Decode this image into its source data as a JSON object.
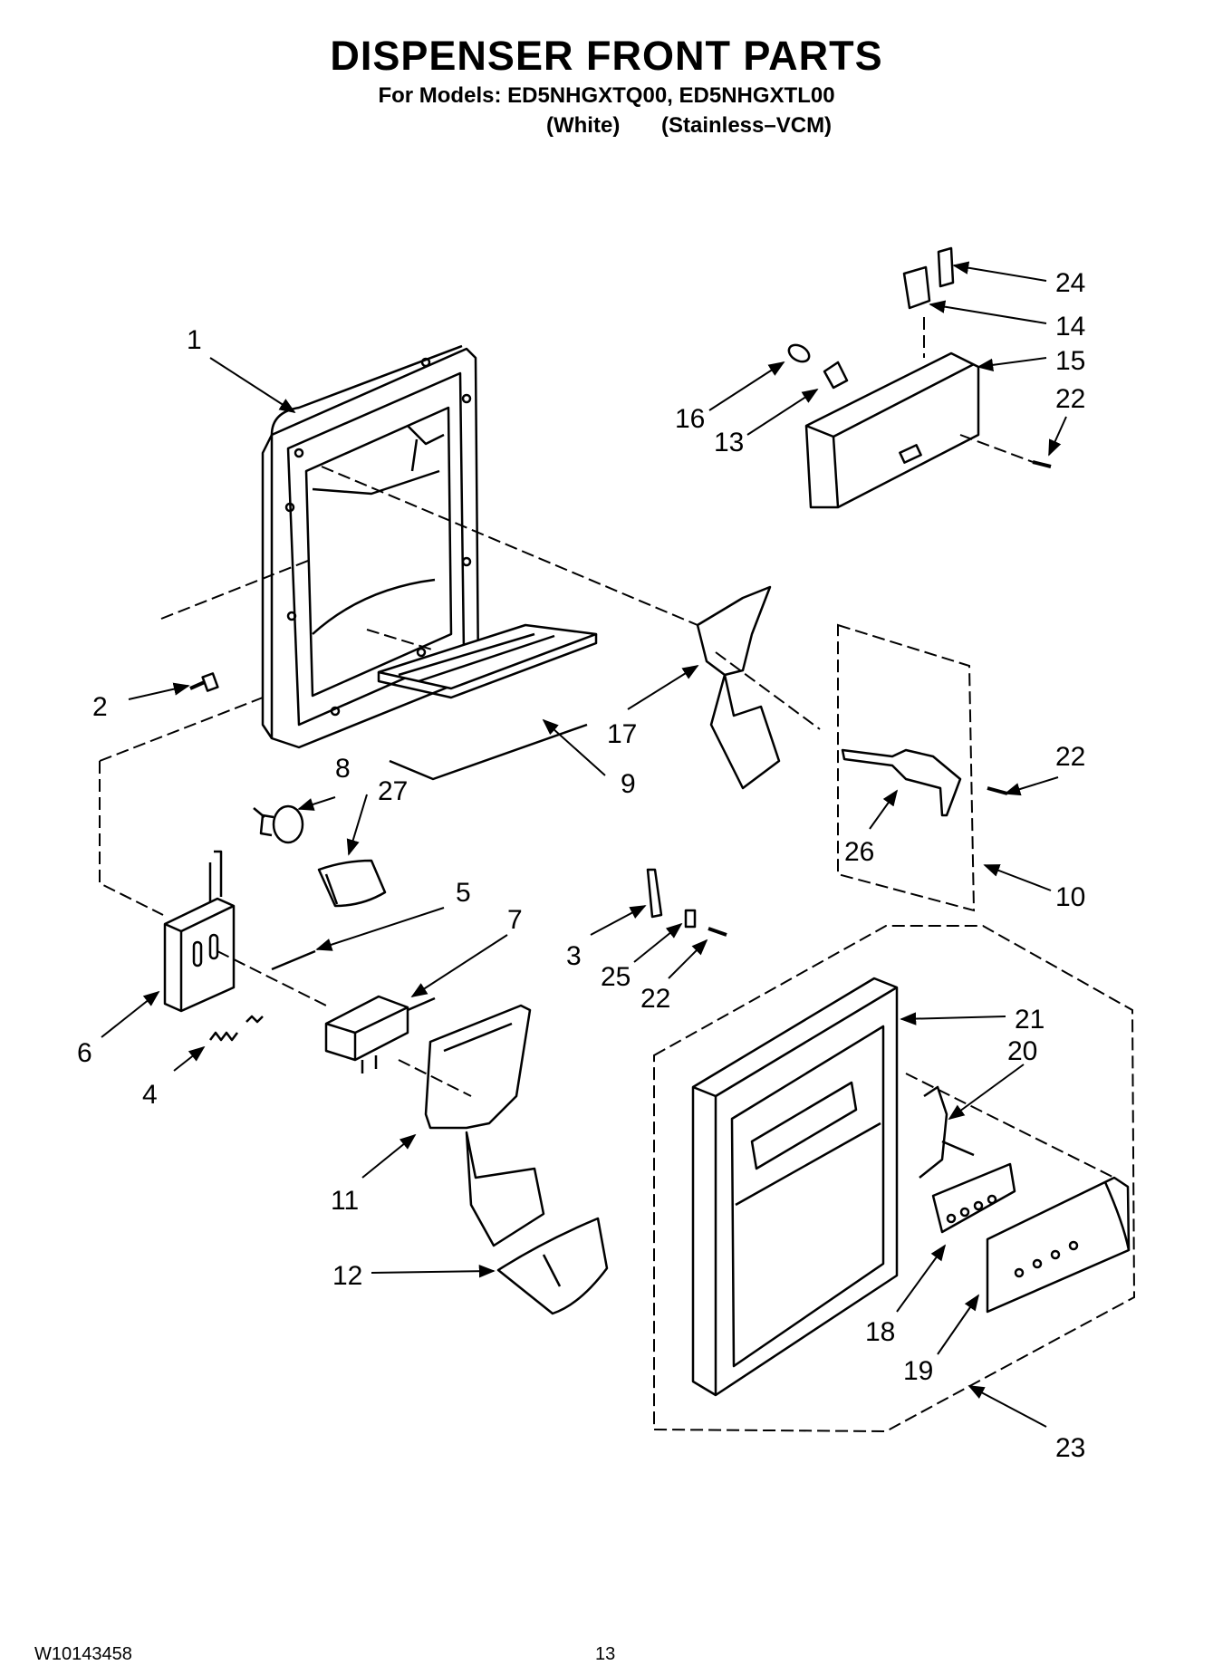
{
  "header": {
    "title": "DISPENSER FRONT PARTS",
    "models_line": "For Models: ED5NHGXTQ00, ED5NHGXTL00",
    "variant_white": "(White)",
    "variant_stainless": "(Stainless–VCM)"
  },
  "callouts": {
    "c1": "1",
    "c2": "2",
    "c3": "3",
    "c4": "4",
    "c5": "5",
    "c6": "6",
    "c7": "7",
    "c8": "8",
    "c9": "9",
    "c10": "10",
    "c11": "11",
    "c12": "12",
    "c13": "13",
    "c14": "14",
    "c15": "15",
    "c16": "16",
    "c17": "17",
    "c18": "18",
    "c19": "19",
    "c20": "20",
    "c21": "21",
    "c22a": "22",
    "c22b": "22",
    "c22c": "22",
    "c23": "23",
    "c24": "24",
    "c25": "25",
    "c26": "26",
    "c27": "27"
  },
  "footer": {
    "doc_number": "W10143458",
    "page_number": "13"
  }
}
